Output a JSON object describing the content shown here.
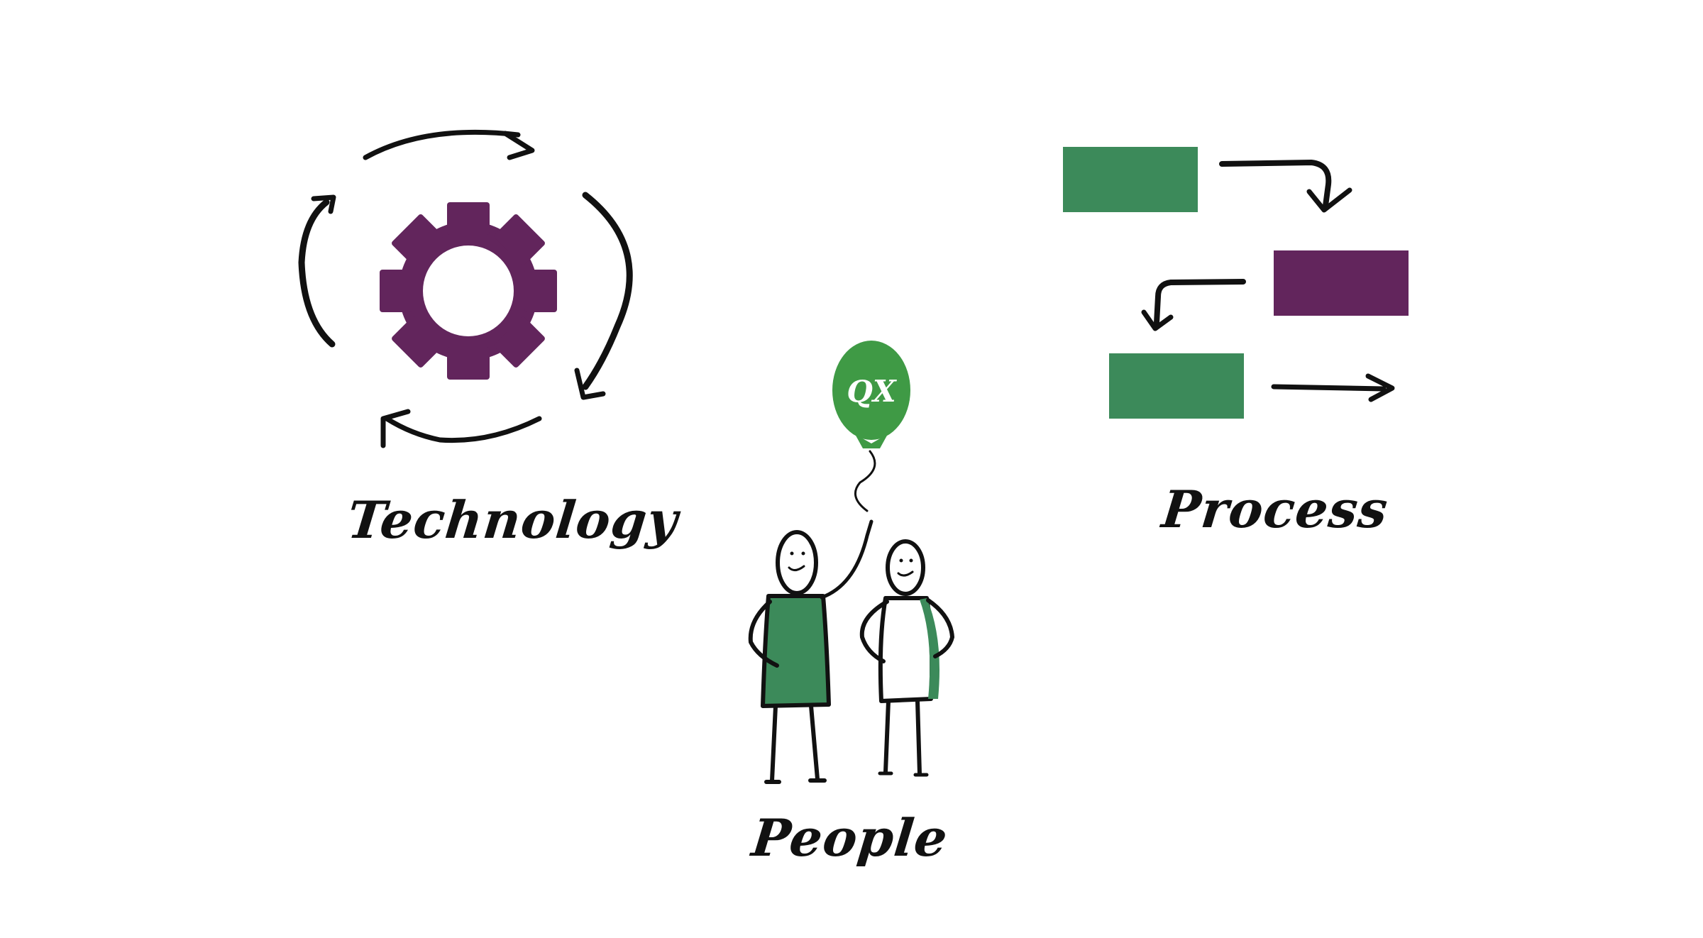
{
  "labels": {
    "technology": "Technology",
    "process": "Process",
    "people": "People",
    "balloon": "QX"
  },
  "colors": {
    "purple": "#62255c",
    "green": "#3c8a5a",
    "balloon_green": "#3f9a45",
    "ink": "#111111",
    "background": "#ffffff"
  },
  "icons": [
    "gear-icon",
    "cycle-arrows-icon",
    "balloon-icon",
    "person-icon",
    "flow-arrow-icon"
  ]
}
